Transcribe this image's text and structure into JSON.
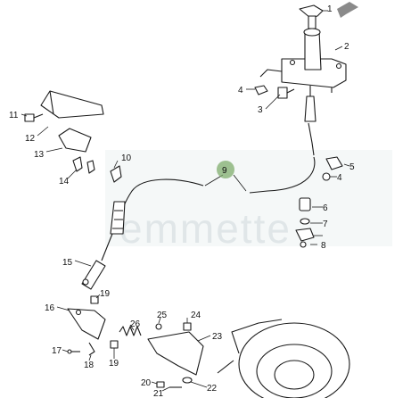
{
  "watermark": {
    "text": "emmette",
    "color": "#cfd8dc"
  },
  "highlight": {
    "label": "9",
    "color": "#7fae6e"
  },
  "callouts": [
    {
      "id": "c1",
      "label": "1"
    },
    {
      "id": "c2",
      "label": "2"
    },
    {
      "id": "c3",
      "label": "3"
    },
    {
      "id": "c4a",
      "label": "4"
    },
    {
      "id": "c4b",
      "label": "4"
    },
    {
      "id": "c5",
      "label": "5"
    },
    {
      "id": "c6",
      "label": "6"
    },
    {
      "id": "c7",
      "label": "7"
    },
    {
      "id": "c8",
      "label": "8"
    },
    {
      "id": "c10",
      "label": "10"
    },
    {
      "id": "c11",
      "label": "11"
    },
    {
      "id": "c12",
      "label": "12"
    },
    {
      "id": "c13",
      "label": "13"
    },
    {
      "id": "c14",
      "label": "14"
    },
    {
      "id": "c15",
      "label": "15"
    },
    {
      "id": "c16",
      "label": "16"
    },
    {
      "id": "c17",
      "label": "17"
    },
    {
      "id": "c18",
      "label": "18"
    },
    {
      "id": "c19a",
      "label": "19"
    },
    {
      "id": "c19b",
      "label": "19"
    },
    {
      "id": "c20",
      "label": "20"
    },
    {
      "id": "c21",
      "label": "21"
    },
    {
      "id": "c22",
      "label": "22"
    },
    {
      "id": "c23",
      "label": "23"
    },
    {
      "id": "c24",
      "label": "24"
    },
    {
      "id": "c25",
      "label": "25"
    },
    {
      "id": "c26",
      "label": "26"
    }
  ]
}
